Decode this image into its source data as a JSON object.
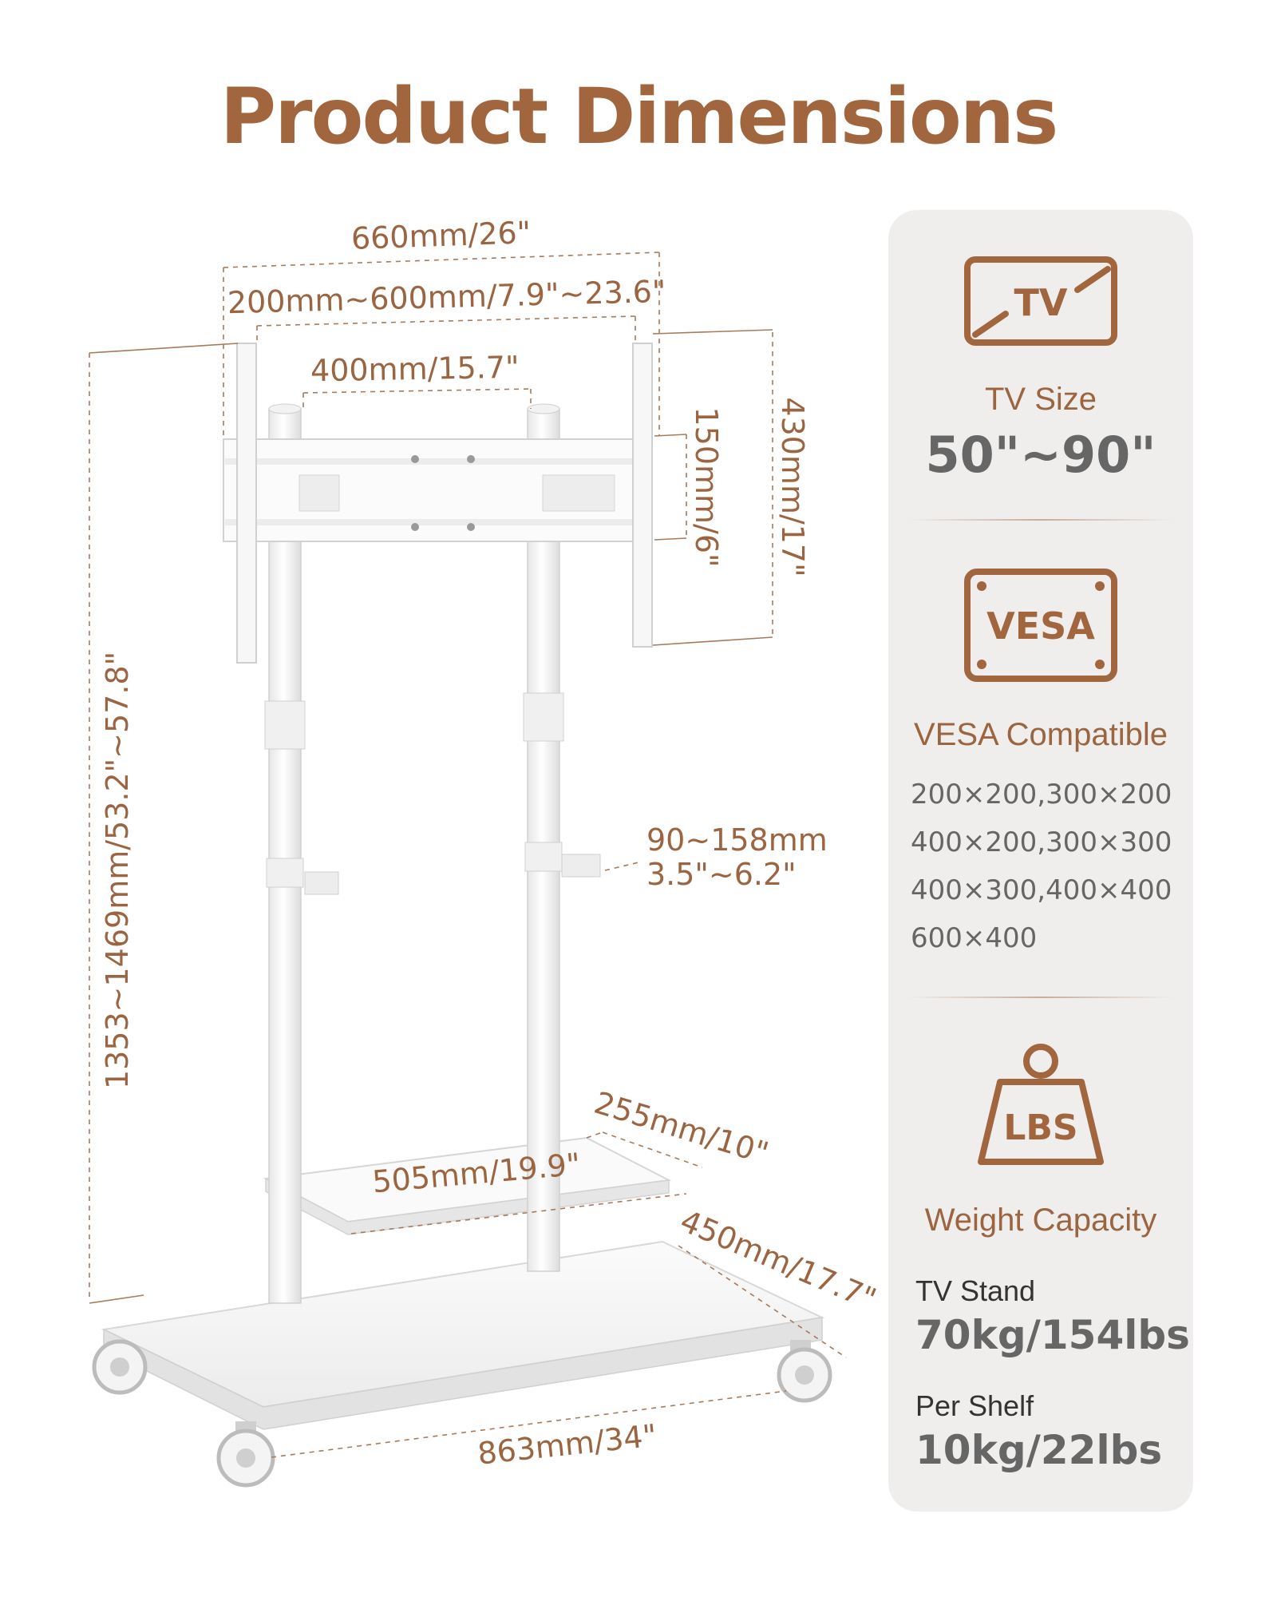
{
  "title": "Product Dimensions",
  "dimensions": {
    "overall_width": "660mm/26\"",
    "hole_range": "200mm~600mm/7.9\"~23.6\"",
    "column_span": "400mm/15.7\"",
    "bracket_height": "150mm/6\"",
    "plate_height": "430mm/17\"",
    "total_height": "1353~1469mm/53.2\"~57.8\"",
    "clamp_range_mm": "90~158mm",
    "clamp_range_in": "3.5\"~6.2\"",
    "shelf_depth": "255mm/10\"",
    "shelf_width": "505mm/19.9\"",
    "base_depth": "450mm/17.7\"",
    "base_width": "863mm/34\""
  },
  "specs": {
    "tv": {
      "icon": "tv-icon",
      "icon_text": "TV",
      "label": "TV Size",
      "value": "50\"~90\""
    },
    "vesa": {
      "icon": "vesa-icon",
      "icon_text": "VESA",
      "label": "VESA Compatible",
      "lines": [
        "200×200,300×200",
        "400×200,300×300",
        "400×300,400×400",
        "600×400"
      ]
    },
    "weight": {
      "icon": "weight-icon",
      "icon_text": "LBS",
      "label": "Weight Capacity",
      "stand_label": "TV Stand",
      "stand_value": "70kg/154lbs",
      "shelf_label": "Per Shelf",
      "shelf_value": "10kg/22lbs"
    }
  },
  "colors": {
    "accent": "#a2663f",
    "panel_bg": "#efeeec",
    "value_gray": "#666666"
  }
}
